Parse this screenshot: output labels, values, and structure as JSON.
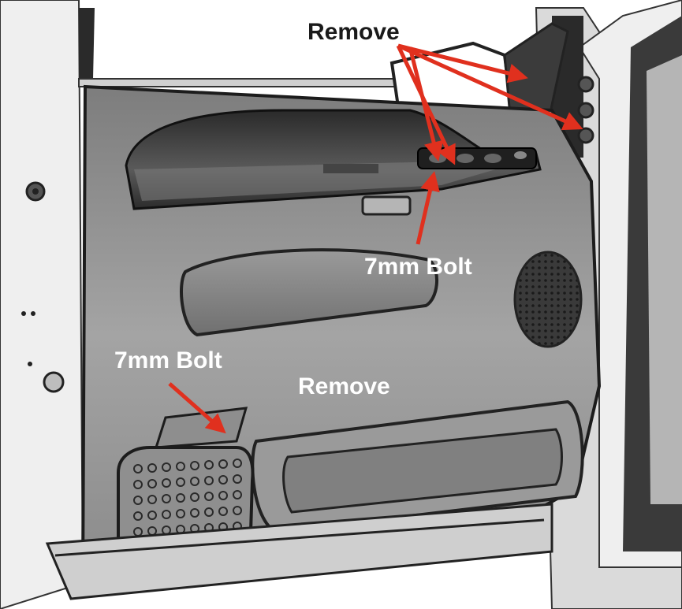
{
  "labels": {
    "remove_top": "Remove",
    "bolt_armrest": "7mm Bolt",
    "bolt_lower": "7mm Bolt",
    "remove_middle": "Remove"
  },
  "colors": {
    "arrow": "#e0301e",
    "panel": "#8e8e8e",
    "panel_dark": "#3e3e3e",
    "frame": "#f4f4f4",
    "outline": "#1c1c1c"
  },
  "icons": {
    "arrow_marker": "arrow-icon",
    "speaker": "speaker-grille-icon",
    "mirror": "side-mirror-icon"
  }
}
